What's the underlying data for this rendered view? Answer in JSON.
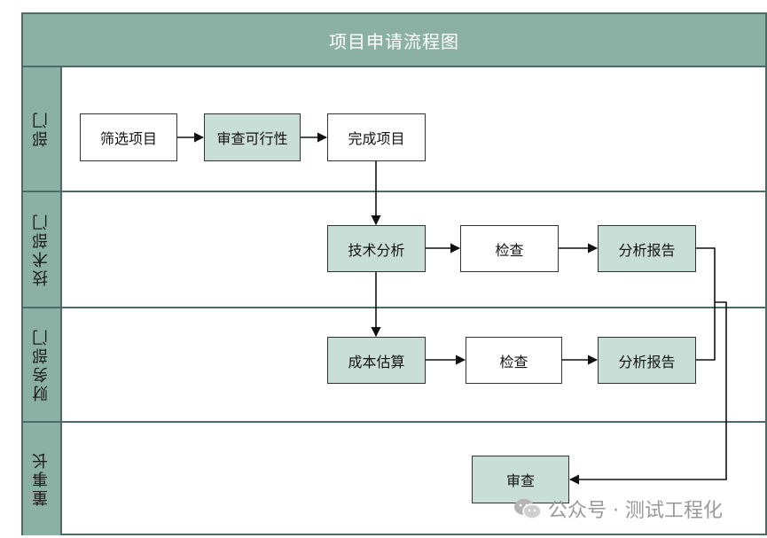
{
  "title": "项目申请流程图",
  "lanes": [
    {
      "label": "部门"
    },
    {
      "label": "技术部门"
    },
    {
      "label": "财务部门"
    },
    {
      "label": "董事长"
    }
  ],
  "nodes": {
    "screen": "筛选项目",
    "feasibility": "审查可行性",
    "complete": "完成项目",
    "tech_analysis": "技术分析",
    "tech_check": "检查",
    "tech_report": "分析报告",
    "cost_estimate": "成本估算",
    "finance_check": "检查",
    "finance_report": "分析报告",
    "review": "审查"
  },
  "watermark": "公众号 · 测试工程化",
  "colors": {
    "header": "#8bb0a4",
    "node_fill": "#c9ded6",
    "border": "#4e6a64"
  }
}
